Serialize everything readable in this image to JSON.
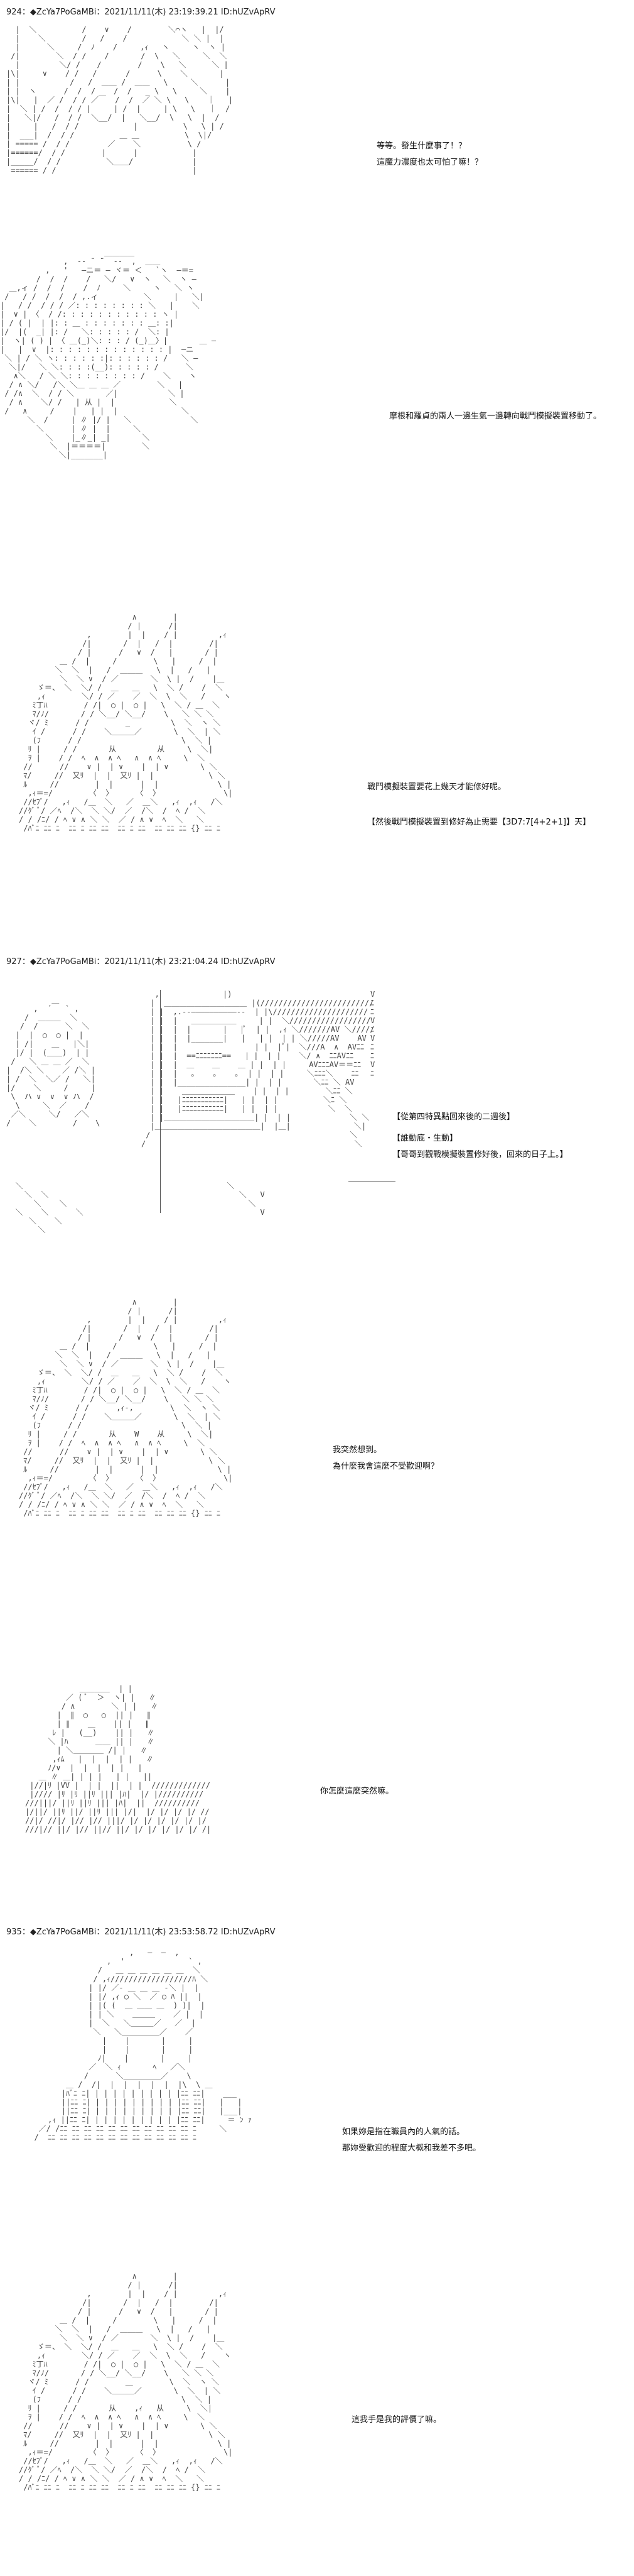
{
  "posts": [
    {
      "number": "924",
      "separator": "：",
      "name": "◆ZcYa7PoGaMBi",
      "datetime": "：2021/11/11(木) 23:19:39.21",
      "id": "ID:hUZvApRV"
    },
    {
      "number": "927",
      "separator": "：",
      "name": "◆ZcYa7PoGaMBi",
      "datetime": "：2021/11/11(木) 23:21:04.24",
      "id": "ID:hUZvApRV"
    },
    {
      "number": "935",
      "separator": "：",
      "name": "◆ZcYa7PoGaMBi",
      "datetime": "：2021/11/11(木) 23:53:58.72",
      "id": "ID:hUZvApRV"
    }
  ],
  "captions": {
    "panel1": [
      "等等。發生什麼事了！？",
      "這魔力濃度也太可怕了嘛！？"
    ],
    "panel2": [
      "摩根和羅貞的兩人一邊生氣一邊轉向戰鬥模擬裝置移動了。"
    ],
    "panel3": [
      "戰鬥模擬裝置要花上幾天才能修好呢。",
      "【然後戰鬥模擬裝置到修好為止需要【3D7:7[4+2+1]】天】"
    ],
    "panel4": [
      "【從第四特異點回來後的二週後】",
      "【誰動底・生動】",
      "【哥哥到觀戰模擬裝置修好後，回來的日子上。】"
    ],
    "panel5": [
      "我突然想到。",
      "為什麼我會這麼不受歡迎啊？"
    ],
    "panel6": [
      "你怎麼這麼突然嘛。"
    ],
    "panel7": [
      "如果妳是指在職員內的人氣的話。",
      "那妳受歡迎的程度大概和我差不多吧。"
    ],
    "panel8": [
      "這我手是我的評價了嘛。"
    ]
  }
}
